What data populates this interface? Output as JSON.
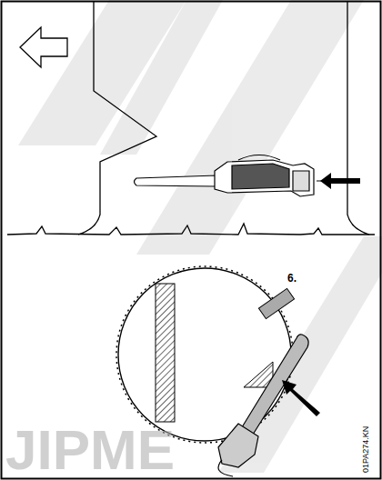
{
  "diagram": {
    "labels": [
      "6.",
      "01PA274.KN",
      "JIPME"
    ]
  }
}
